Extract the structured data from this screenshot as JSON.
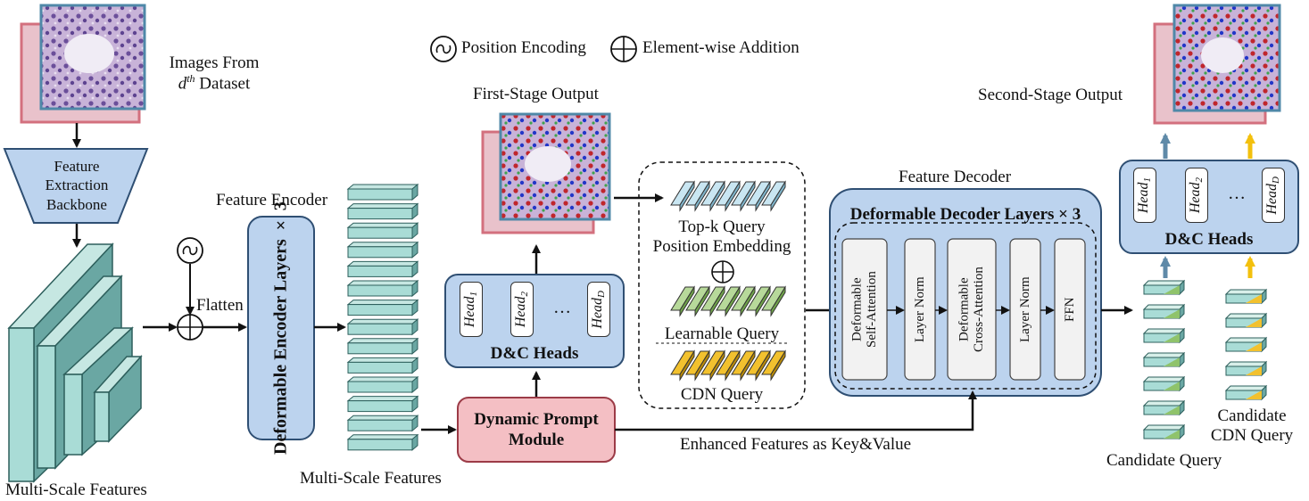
{
  "legend": {
    "position_encoding": "Position Encoding",
    "element_wise_addition": "Element-wise Addition"
  },
  "input": {
    "line1": "Images From",
    "line2_var": "d",
    "line2_sup": "th",
    "line2_rest": " Dataset"
  },
  "backbone": {
    "line1": "Feature",
    "line2": "Extraction",
    "line3": "Backbone"
  },
  "multi_scale_left": "Multi-Scale Features",
  "flatten": "Flatten",
  "encoder": {
    "title": "Feature Encoder",
    "layers": "Deformable Encoder Layers × 3"
  },
  "multi_scale_mid": "Multi-Scale Features",
  "first_stage": "First-Stage Output",
  "dc_heads_1": {
    "title": "D&C Heads",
    "head": "Head",
    "sub1": "1",
    "sub2": "2",
    "subD": "D",
    "ellipsis": "…"
  },
  "dynamic_prompt": {
    "line1": "Dynamic Prompt",
    "line2": "Module"
  },
  "queries": {
    "topk": "Top-k Query",
    "pos_emb": "Position Embedding",
    "learnable": "Learnable Query",
    "cdn": "CDN Query"
  },
  "decoder": {
    "title": "Feature Decoder",
    "layers": "Deformable Decoder Layers × 3",
    "blocks": [
      {
        "line1": "Deformable",
        "line2": "Self-Attention"
      },
      {
        "line1": "Layer Norm",
        "line2": ""
      },
      {
        "line1": "Deformable",
        "line2": "Cross-Attention"
      },
      {
        "line1": "Layer Norm",
        "line2": ""
      },
      {
        "line1": "FFN",
        "line2": ""
      }
    ]
  },
  "enhanced": "Enhanced Features as Key&Value",
  "second_stage": "Second-Stage Output",
  "dc_heads_2": {
    "title": "D&C Heads",
    "head": "Head",
    "sub1": "1",
    "sub2": "2",
    "subD": "D",
    "ellipsis": "…"
  },
  "candidate_query": "Candidate Query",
  "candidate_cdn": {
    "line1": "Candidate",
    "line2": "CDN Query"
  },
  "colors": {
    "blue_box": "#bcd3ee",
    "blue_border": "#2f4f73",
    "pink_box": "#f4bfc4",
    "pink_border": "#9c3b47",
    "teal_face": "#a9dcd6",
    "teal_side": "#6aa7a3",
    "cdn_yellow": "#f2c12e",
    "query_green": "#8fc36b",
    "arrow_blue": "#5f8aa8",
    "arrow_yellow": "#f3c00d"
  }
}
